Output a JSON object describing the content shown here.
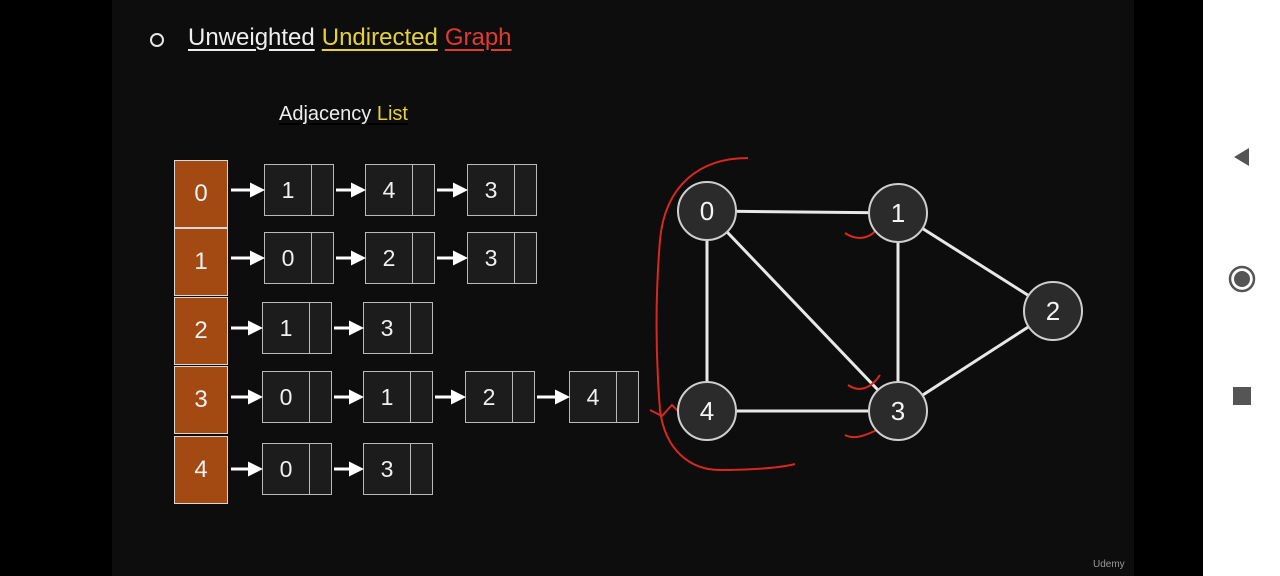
{
  "title": {
    "part1": "Unweighted",
    "part2": "Undirected",
    "part3": "Graph"
  },
  "subtitle": {
    "part1": "Adjacency",
    "part2": "List"
  },
  "adjacency_list": {
    "array": [
      "0",
      "1",
      "2",
      "3",
      "4"
    ],
    "rows": [
      [
        "1",
        "4",
        "3"
      ],
      [
        "0",
        "2",
        "3"
      ],
      [
        "1",
        "3"
      ],
      [
        "0",
        "1",
        "2",
        "4"
      ],
      [
        "0",
        "3"
      ]
    ]
  },
  "graph": {
    "vertices": [
      "0",
      "1",
      "2",
      "3",
      "4"
    ],
    "edges": [
      [
        "0",
        "1"
      ],
      [
        "0",
        "4"
      ],
      [
        "0",
        "3"
      ],
      [
        "1",
        "3"
      ],
      [
        "1",
        "2"
      ],
      [
        "2",
        "3"
      ],
      [
        "4",
        "3"
      ]
    ]
  },
  "watermark": "Udemy",
  "colors": {
    "title_white": "#eeeeee",
    "title_yellow": "#e6d332",
    "title_red": "#e23a2e",
    "array_cell": "#a34a12",
    "annotation": "#d8281e"
  },
  "navigation": {
    "back_icon": "back-triangle-icon",
    "home_icon": "home-circle-icon",
    "recents_icon": "recents-square-icon"
  }
}
